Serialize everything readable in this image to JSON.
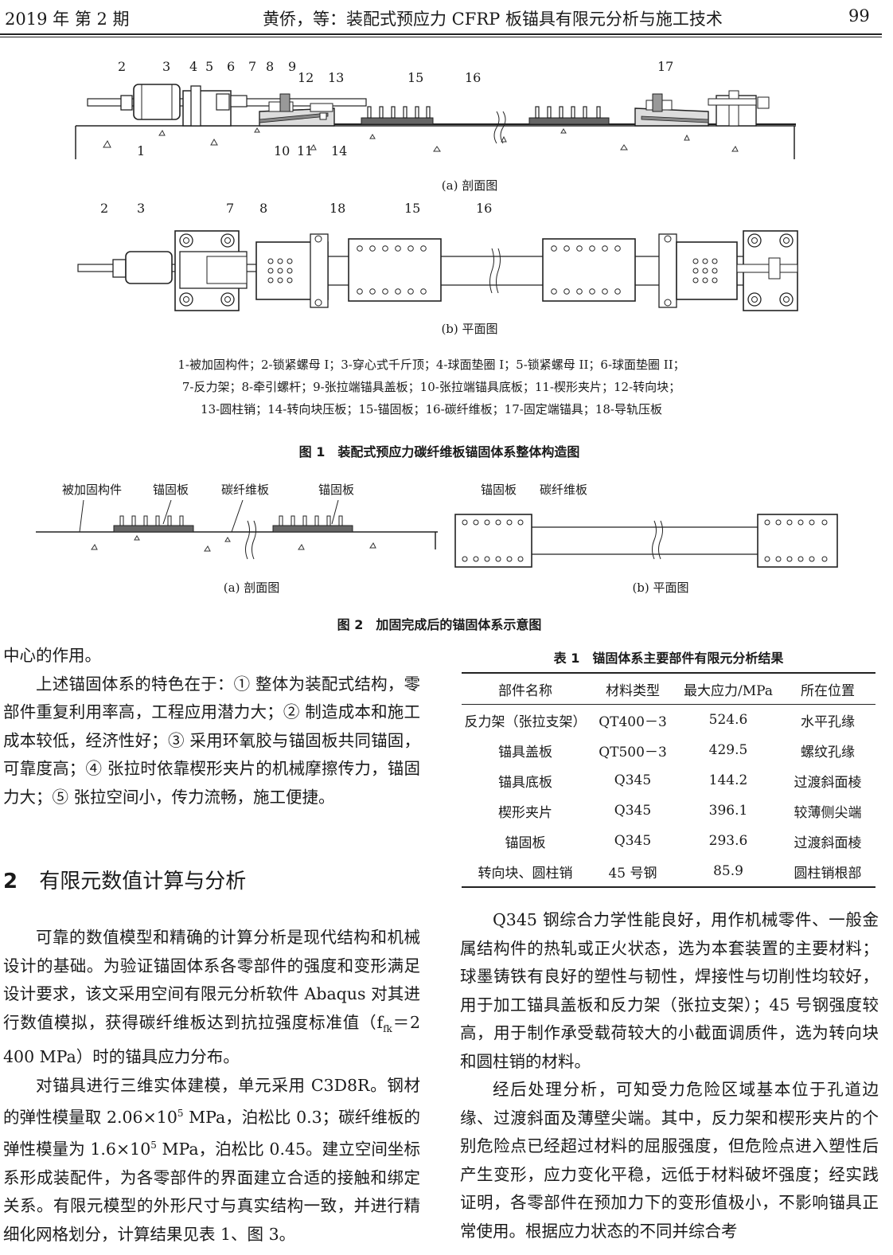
{
  "header": {
    "left": "2019 年 第 2 期",
    "center": "黄侨，等：装配式预应力 CFRP 板锚具有限元分析与施工技术",
    "page": "99"
  },
  "figure1": {
    "callouts_a": [
      {
        "n": "2"
      },
      {
        "n": "3"
      },
      {
        "n": "4"
      },
      {
        "n": "5"
      },
      {
        "n": "6"
      },
      {
        "n": "7"
      },
      {
        "n": "8"
      },
      {
        "n": "9"
      },
      {
        "n": "12"
      },
      {
        "n": "13"
      },
      {
        "n": "15"
      },
      {
        "n": "16"
      },
      {
        "n": "17"
      },
      {
        "n": "1"
      },
      {
        "n": "10"
      },
      {
        "n": "11"
      },
      {
        "n": "14"
      }
    ],
    "caption_a": "(a) 剖面图",
    "callouts_b": [
      {
        "n": "2"
      },
      {
        "n": "3"
      },
      {
        "n": "7"
      },
      {
        "n": "8"
      },
      {
        "n": "18"
      },
      {
        "n": "15"
      },
      {
        "n": "16"
      }
    ],
    "caption_b": "(b) 平面图",
    "legend": [
      "1-被加固构件；2-锁紧螺母 I；3-穿心式千斤顶；4-球面垫圈 I；5-锁紧螺母 II；6-球面垫圈 II；",
      "7-反力架；8-牵引螺杆；9-张拉端锚具盖板；10-张拉端锚具底板；11-楔形夹片；12-转向块；",
      "13-圆柱销；14-转向块压板；15-锚固板；16-碳纤维板；17-固定端锚具；18-导轨压板"
    ],
    "title": "图 1　装配式预应力碳纤维板锚固体系整体构造图"
  },
  "figure2": {
    "labels_a": [
      "被加固构件",
      "锚固板",
      "碳纤维板",
      "锚固板"
    ],
    "labels_b": [
      "锚固板",
      "碳纤维板"
    ],
    "caption_a": "(a) 剖面图",
    "caption_b": "(b) 平面图",
    "title": "图 2　加固完成后的锚固体系示意图"
  },
  "left_col": {
    "p0": "中心的作用。",
    "p1": "上述锚固体系的特色在于：① 整体为装配式结构，零部件重复利用率高，工程应用潜力大；② 制造成本和施工成本较低，经济性好；③ 采用环氧胶与锚固板共同锚固，可靠度高；④ 张拉时依靠楔形夹片的机械摩擦传力，锚固力大；⑤ 张拉空间小，传力流畅，施工便捷。",
    "section_num": "2",
    "section_title": "有限元数值计算与分析",
    "p2": "可靠的数值模型和精确的计算分析是现代结构和机械设计的基础。为验证锚固体系各零部件的强度和变形满足设计要求，该文采用空间有限元分析软件 Abaqus 对其进行数值模拟，获得碳纤维板达到抗拉强度标准值（f",
    "p2_sub": "fk",
    "p2_tail": "＝2 400 MPa）时的锚具应力分布。",
    "p3a": "对锚具进行三维实体建模，单元采用 C3D8R。钢材的弹性模量取 2.06×10",
    "p3_sup1": "5",
    "p3b": " MPa，泊松比 0.3；碳纤维板的弹性模量为 1.6×10",
    "p3_sup2": "5",
    "p3c": " MPa，泊松比 0.45。建立空间坐标系形成装配件，为各零部件的界面建立合适的接触和绑定关系。有限元模型的外形尺寸与真实结构一致，并进行精细化网格划分，计算结果见表 1、图 3。"
  },
  "table1": {
    "title": "表 1　锚固体系主要部件有限元分析结果",
    "headers": [
      "部件名称",
      "材料类型",
      "最大应力/MPa",
      "所在位置"
    ],
    "rows": [
      [
        "反力架（张拉支架）",
        "QT400－3",
        "524.6",
        "水平孔缘"
      ],
      [
        "锚具盖板",
        "QT500－3",
        "429.5",
        "螺纹孔缘"
      ],
      [
        "锚具底板",
        "Q345",
        "144.2",
        "过渡斜面棱"
      ],
      [
        "楔形夹片",
        "Q345",
        "396.1",
        "较薄侧尖端"
      ],
      [
        "锚固板",
        "Q345",
        "293.6",
        "过渡斜面棱"
      ],
      [
        "转向块、圆柱销",
        "45 号钢",
        "85.9",
        "圆柱销根部"
      ]
    ]
  },
  "right_col": {
    "p1": "Q345 钢综合力学性能良好，用作机械零件、一般金属结构件的热轧或正火状态，选为本套装置的主要材料；球墨铸铁有良好的塑性与韧性，焊接性与切削性均较好，用于加工锚具盖板和反力架（张拉支架）；45 号钢强度较高，用于制作承受载荷较大的小截面调质件，选为转向块和圆柱销的材料。",
    "p2": "经后处理分析，可知受力危险区域基本位于孔道边缘、过渡斜面及薄壁尖端。其中，反力架和楔形夹片的个别危险点已经超过材料的屈服强度，但危险点进入塑性后产生变形，应力变化平稳，远低于材料破坏强度；经实践证明，各零部件在预加力下的变形值极小，不影响锚具正常使用。根据应力状态的不同并综合考"
  }
}
